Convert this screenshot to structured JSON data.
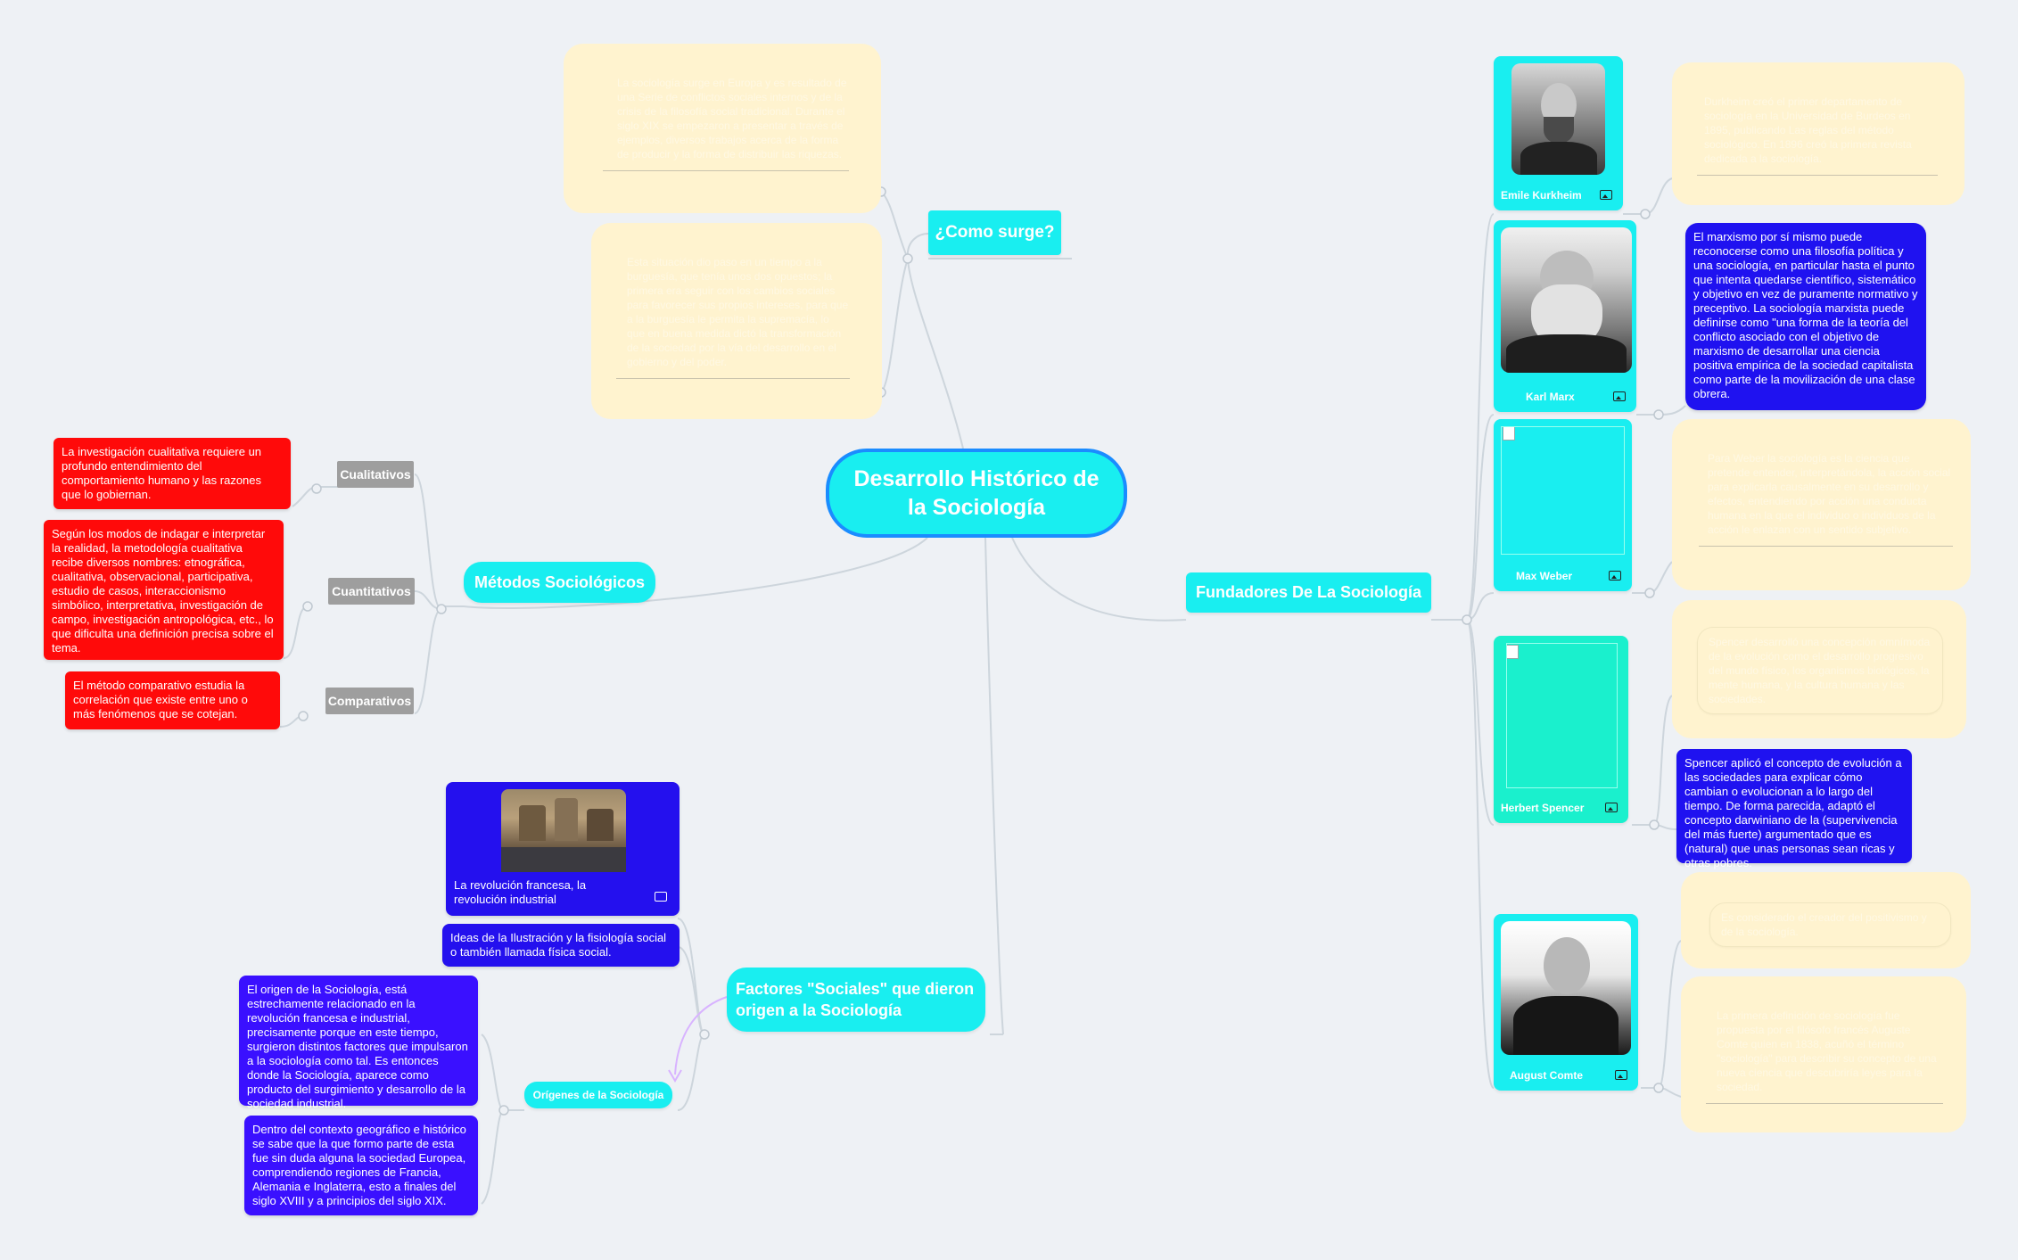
{
  "root": {
    "title": "Desarrollo Histórico de la Sociología"
  },
  "como_surge": {
    "label": "¿Como surge?",
    "notes": [
      "La sociología surge en Europa y es resultado de una Serie de conflictos sociales internos y de la crisis de la filosofía social tradicional. Durante el siglo XIX se empezaron a presentar a través de ejemplos, diversos trabajos acerca de la forma de producir y la forma de distribuir las riquezas.",
      "Esta situación dio paso en un tiempo a la burguesía, que tenía unos dos opuestos; la primera era seguir con los cambios sociales para favorecer sus propios intereses, para que a la burguesía le permita la supremacía, lo que en buena medida dictó la transformación de la sociedad por la vía del desarrollo en el gobierno y del poder."
    ]
  },
  "metodos": {
    "label": "Métodos Sociológicos",
    "items": [
      {
        "label": "Cualitativos",
        "text": "La investigación cualitativa requiere un profundo entendimiento del comportamiento humano y las razones que lo gobiernan."
      },
      {
        "label": "Cuantitativos",
        "text": "Según los modos de indagar e interpretar la realidad, la metodología cualitativa recibe diversos nombres: etnográfica, cualitativa, observacional, participativa, estudio de casos, interaccionismo simbólico, interpretativa, investigación de campo, investigación antropológica, etc., lo que dificulta una definición precisa sobre el tema."
      },
      {
        "label": "Comparativos",
        "text": "El método comparativo estudia la correlación que existe entre uno o más fenómenos que se cotejan."
      }
    ]
  },
  "factores": {
    "label": "Factores \"Sociales\" que dieron origen a la Sociología",
    "revolucion": "La revolución francesa, la revolución industrial",
    "ideas": "Ideas de la Ilustración y la fisiología social o también llamada física social.",
    "origenes": {
      "label": "Orígenes de la Sociología",
      "texts": [
        "El origen de la Sociología, está estrechamente relacionado en la revolución francesa e industrial, precisamente porque en este tiempo, surgieron distintos factores que impulsaron a la sociología como tal. Es entonces donde la Sociología, aparece como producto del surgimiento y desarrollo de la sociedad industrial.",
        "Dentro del contexto geográfico e histórico se sabe que la que formo parte de esta fue sin duda alguna la sociedad Europea, comprendiendo regiones de Francia, Alemania e Inglaterra, esto a finales del siglo XVIII y a principios del siglo XIX."
      ]
    }
  },
  "fundadores": {
    "label": "Fundadores De La Sociología",
    "items": [
      {
        "name": "Emile Kurkheim",
        "note": "Durkheim creó el primer departamento de sociología en la Universidad de Burdeos en 1895, publicando Las reglas del método sociológico. En 1896 creó la primera revista dedicada a la sociología."
      },
      {
        "name": "Karl Marx",
        "note": "El marxismo por sí mismo puede reconocerse como una filosofía política y una sociología, en particular hasta el punto que intenta quedarse científico, sistemático y objetivo en vez de puramente normativo y preceptivo. La sociología marxista puede definirse como \"una forma de la teoría del conflicto asociado con el objetivo de marxismo de desarrollar una ciencia positiva empírica de la sociedad capitalista como parte de la movilización de una clase obrera."
      },
      {
        "name": "Max Weber",
        "note": "Para Weber la sociología es la ciencia que pretende entender, interpretándola, la acción social para explicarla causalmente en su desarrollo y efectos, entendiendo por acción una conducta humana en la que el individuo o individuos de la acción le enlazan con un sentido subjetivo."
      },
      {
        "name": "Herbert Spencer",
        "note": "Spencer desarrolló una concepción omnímoda de la evolución como el desarrollo progresivo del mundo físico, los organismos biológicos, la mente humana, y la cultura humana y las sociedades.",
        "note2": "Spencer aplicó el concepto de evolución a las sociedades para explicar cómo cambian o evolucionan a lo largo del tiempo. De forma parecida, adaptó el concepto darwiniano de la (supervivencia del más fuerte) argumentado que es (natural) que unas personas sean ricas y otras pobres."
      },
      {
        "name": "August Comte",
        "note": "Es considerado el creador del positivismo y de la sociología.",
        "note2": "La primera definición de sociología fue propuesta por el filósofo francés Auguste Comte quien en 1838, acuñó el término \"sociología\" para describir su concepto de una nueva ciencia que descubriría leyes para la sociedad."
      }
    ]
  },
  "colors": {
    "cyan": "#19eef0",
    "root_border": "#1a8cff",
    "red": "#ff0a0a",
    "grey": "#9e9e9e",
    "blue": "#1f12f0",
    "indigo": "#3a10ff",
    "cream": "#fff3cf",
    "lines": "#cfd6dd"
  },
  "icons": [
    "image-icon",
    "broken-image-icon"
  ]
}
